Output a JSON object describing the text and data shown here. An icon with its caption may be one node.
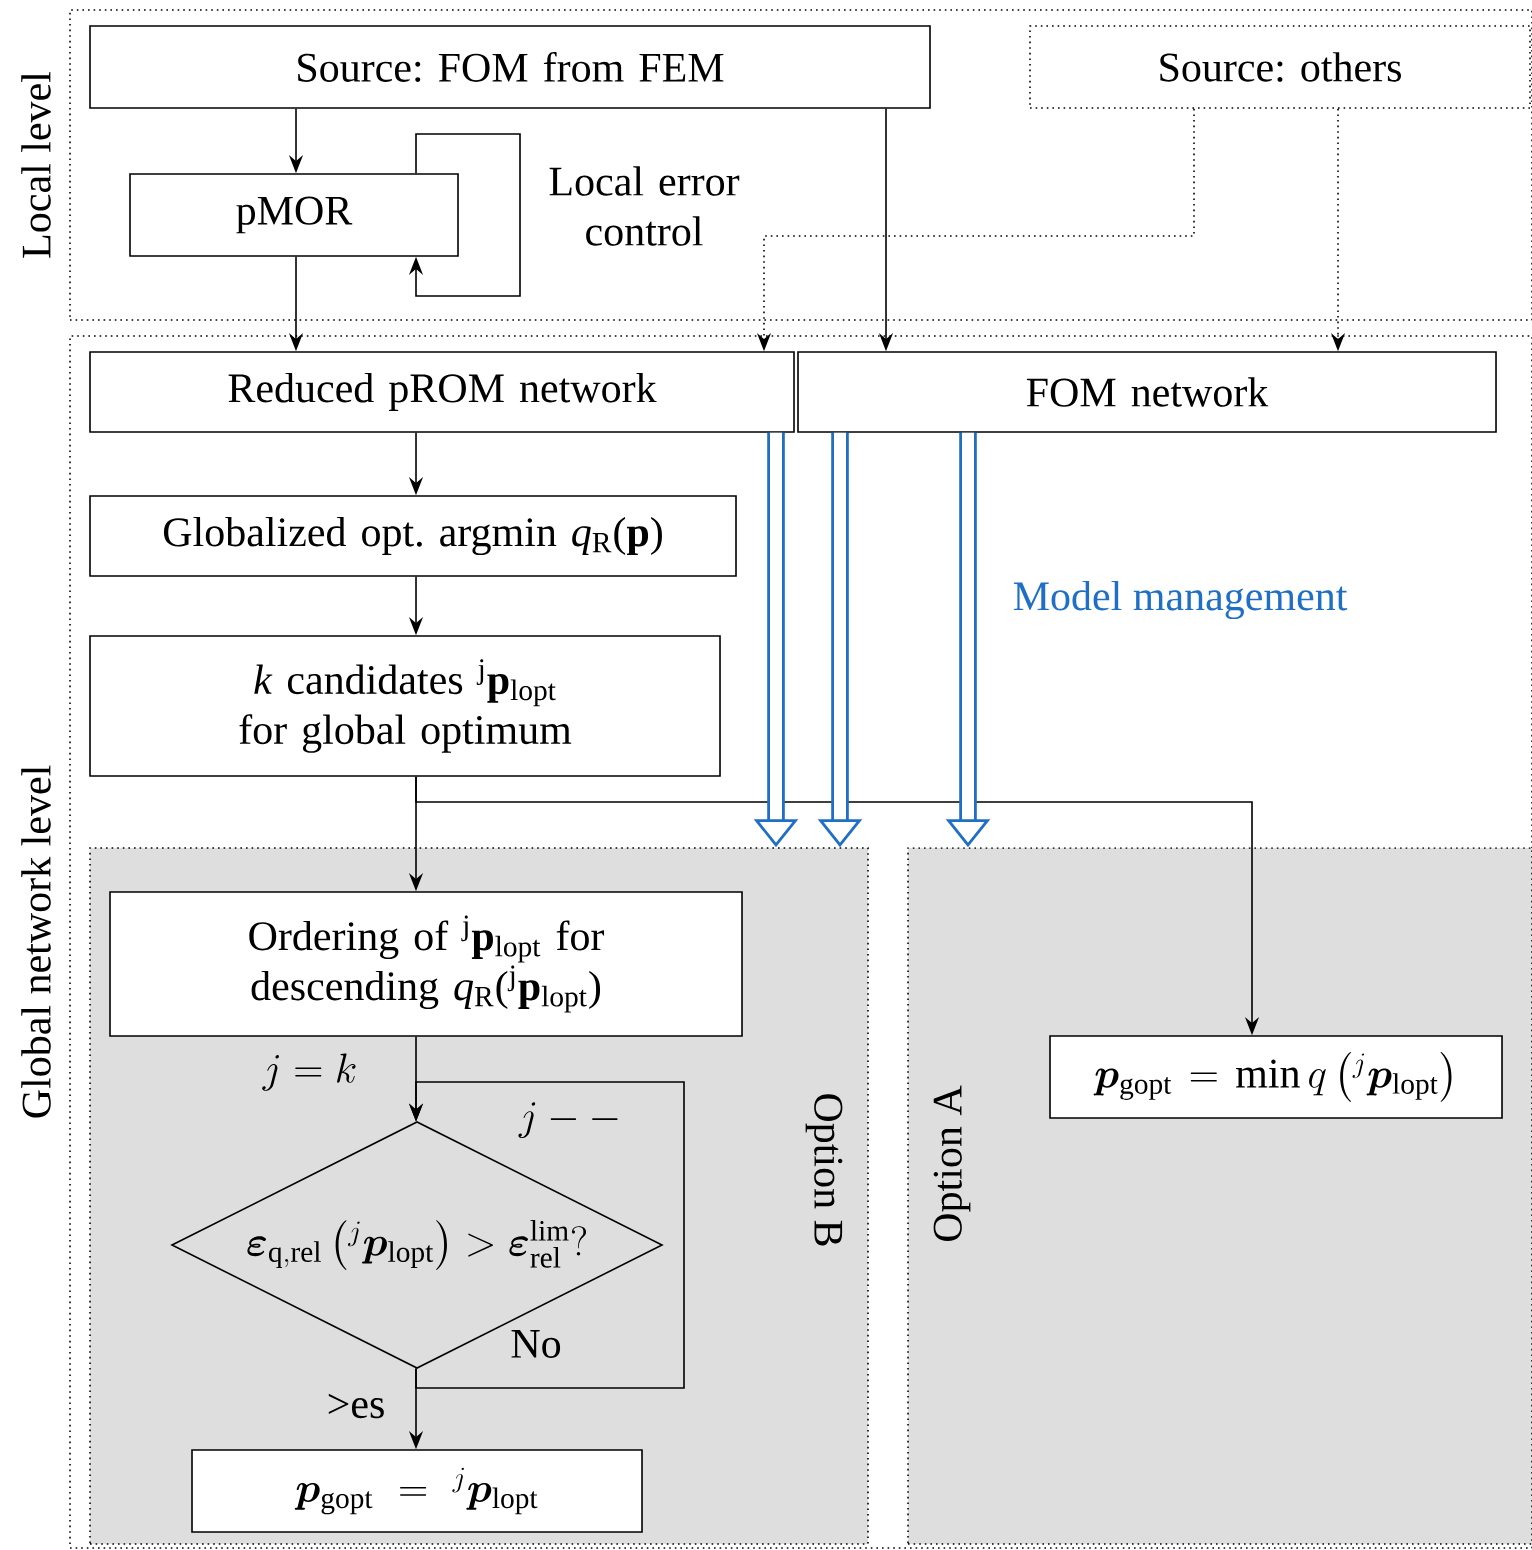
{
  "diagram": {
    "nodes": [
      {
        "text": [
          "Local level"
        ]
      },
      {
        "text": [
          "Source: FOM from FEM"
        ],
        "in": 0
      },
      {
        "text": [
          "Source: others"
        ],
        "in": 0
      },
      {
        "text": [
          "pMOR"
        ],
        "in": 0
      },
      {
        "text": [
          "Global network level"
        ]
      },
      {
        "text": [
          "Reduced pROM network"
        ],
        "in": 4
      },
      {
        "text": [
          "FOM network"
        ],
        "in": 4
      },
      {
        "text": [
          "Globalized opt. argmin *q*$_{R}$(**p**)"
        ],
        "in": 4
      },
      {
        "text": [
          "*k* candidates $^{j}$**p**$_{lopt}$ for global optimum"
        ],
        "in": 4
      },
      {
        "text": [
          "Option B"
        ],
        "in": 4
      },
      {
        "text": [
          "Option A"
        ],
        "in": 4
      },
      {
        "text": [
          "Ordering of $^{j}$**p**$_{lopt}$ for descending *q*$_{R}$($^{j}$**p**$_{lopt}$)"
        ],
        "in": 9
      },
      {
        "text": [
          "\\boldsymbol{\\varepsilon}_{\\mathrm{q,rel}}\\left({}^{j}\\boldsymbol{p}_{\\mathrm{lopt}}\\right)>\\boldsymbol{\\varepsilon}_{\\mathrm{rel}}^{\\mathrm{lim}}?"
        ],
        "in": 9
      },
      {
        "text": [
          "\\boldsymbol{p}_{\\mathrm{gopt}}={}^{j}\\boldsymbol{p}_{\\mathrm{lopt}}"
        ],
        "in": 9
      },
      {
        "text": [
          "\\boldsymbol{p}_{\\mathrm{gopt}}=\\min q\\left({}^{j}\\boldsymbol{p}_{\\mathrm{lopt}}\\right)"
        ],
        "in": 10
      }
    ],
    "edges": [
      {
        "from": 1,
        "to": 3,
        "arrow": "to"
      },
      {
        "from": 3,
        "to": 3,
        "arrow": "to",
        "label": "Local error control"
      },
      {
        "from": 3,
        "to": 5,
        "arrow": "to"
      },
      {
        "from": 1,
        "to": 6,
        "arrow": "to"
      },
      {
        "from": 2,
        "to": 5,
        "arrow": "to",
        "style": "dashed"
      },
      {
        "from": 2,
        "to": 6,
        "arrow": "to",
        "style": "dashed"
      },
      {
        "from": 5,
        "to": 7,
        "arrow": "to"
      },
      {
        "from": 7,
        "to": 8,
        "arrow": "to"
      },
      {
        "from": 8,
        "to": 11,
        "arrow": "to"
      },
      {
        "from": 8,
        "to": 14,
        "arrow": "to"
      },
      {
        "from": 11,
        "to": 12,
        "arrow": "to",
        "label": "j=k"
      },
      {
        "from": 12,
        "to": 12,
        "arrow": "to",
        "label": "No"
      },
      {
        "from": 12,
        "to": 13,
        "arrow": "to",
        "label": ">es"
      },
      {
        "from": 5,
        "to": 9,
        "arrow": "to",
        "style": "thick",
        "color": "#1f6fc5"
      },
      {
        "from": 6,
        "to": 9,
        "arrow": "to",
        "style": "thick",
        "color": "#1f6fc5"
      },
      {
        "from": 6,
        "to": 10,
        "arrow": "to",
        "style": "thick",
        "color": "#1f6fc5"
      }
    ],
    "labels": [
      "Model management",
      "j--"
    ]
  }
}
